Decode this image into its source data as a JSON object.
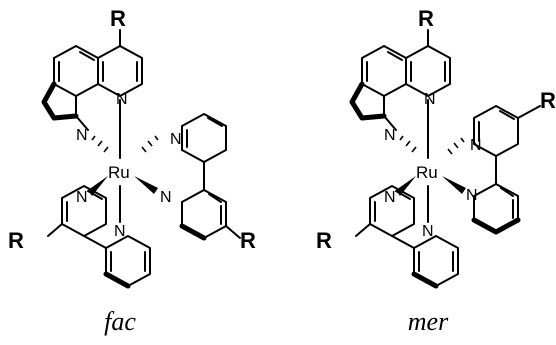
{
  "isomers": [
    {
      "id": "fac",
      "caption": "fac",
      "metal": "Ru",
      "ligand_atom": "N",
      "substituent": "R"
    },
    {
      "id": "mer",
      "caption": "mer",
      "metal": "Ru",
      "ligand_atom": "N",
      "substituent": "R"
    }
  ],
  "colors": {
    "ink": "#000000",
    "background": "#ffffff"
  }
}
